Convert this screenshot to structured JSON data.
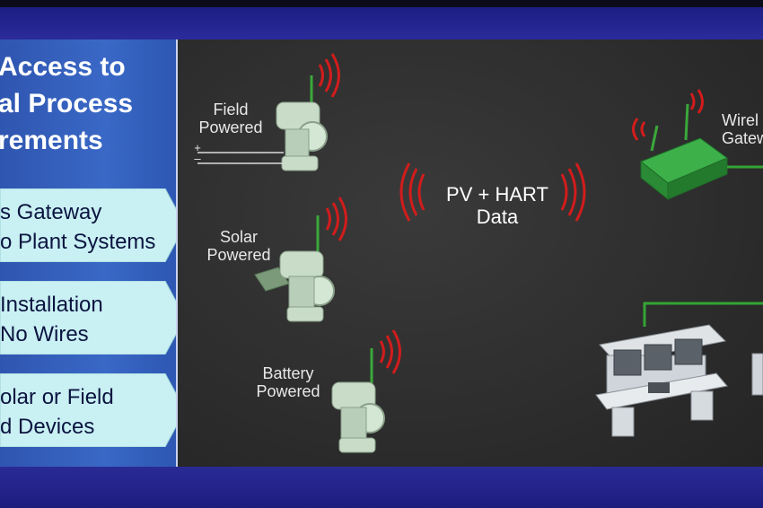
{
  "left_panel": {
    "title": "Access to\nal Process\nrements",
    "bullets": [
      "s Gateway\no Plant Systems",
      "Installation\nNo Wires",
      "olar or Field\nd Devices"
    ]
  },
  "diagram": {
    "field_powered": "Field\nPowered",
    "solar_powered": "Solar\nPowered",
    "battery_powered": "Battery\nPowered",
    "pv_hart": "PV + HART\nData",
    "gateway": "Wirel\nGatew",
    "plus_sign": "+",
    "minus_sign": "–"
  },
  "colors": {
    "transmitter_body": "#c8dcc8",
    "antenna": "#3aa83a",
    "signal": "#d21c1c",
    "gateway_green": "#2f9a3a",
    "link_green": "#34a534"
  }
}
